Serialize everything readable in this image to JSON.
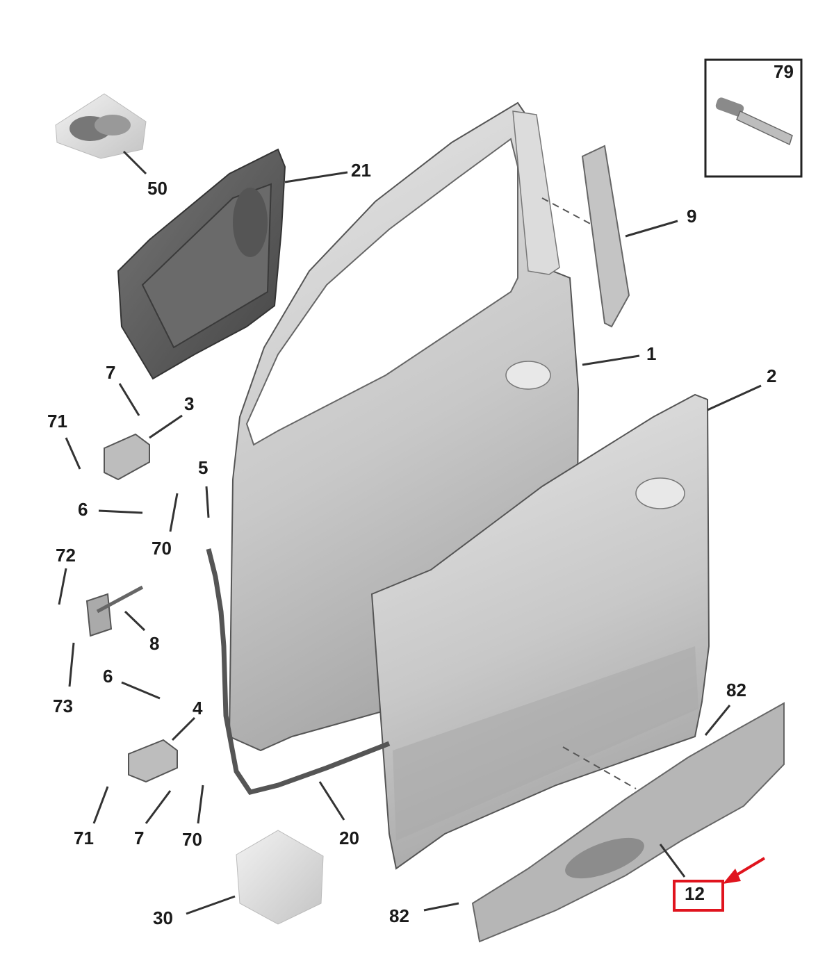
{
  "parts": [
    {
      "id": "p79",
      "label": "79"
    },
    {
      "id": "p21",
      "label": "21"
    },
    {
      "id": "p50",
      "label": "50"
    },
    {
      "id": "p9",
      "label": "9"
    },
    {
      "id": "p1",
      "label": "1"
    },
    {
      "id": "p2",
      "label": "2"
    },
    {
      "id": "p7a",
      "label": "7"
    },
    {
      "id": "p3",
      "label": "3"
    },
    {
      "id": "p71a",
      "label": "71"
    },
    {
      "id": "p5",
      "label": "5"
    },
    {
      "id": "p6a",
      "label": "6"
    },
    {
      "id": "p70a",
      "label": "70"
    },
    {
      "id": "p72",
      "label": "72"
    },
    {
      "id": "p8",
      "label": "8"
    },
    {
      "id": "p73",
      "label": "73"
    },
    {
      "id": "p6b",
      "label": "6"
    },
    {
      "id": "p4",
      "label": "4"
    },
    {
      "id": "p82a",
      "label": "82"
    },
    {
      "id": "p71b",
      "label": "71"
    },
    {
      "id": "p7b",
      "label": "7"
    },
    {
      "id": "p70b",
      "label": "70"
    },
    {
      "id": "p20",
      "label": "20"
    },
    {
      "id": "p30",
      "label": "30"
    },
    {
      "id": "p82b",
      "label": "82"
    },
    {
      "id": "p12",
      "label": "12"
    }
  ],
  "highlight": {
    "label_id": "p12",
    "color": "#e0141e"
  },
  "colors": {
    "panel_fill": "#cfcfcf",
    "panel_dark": "#9a9a9a",
    "text": "#1a1a1a"
  }
}
